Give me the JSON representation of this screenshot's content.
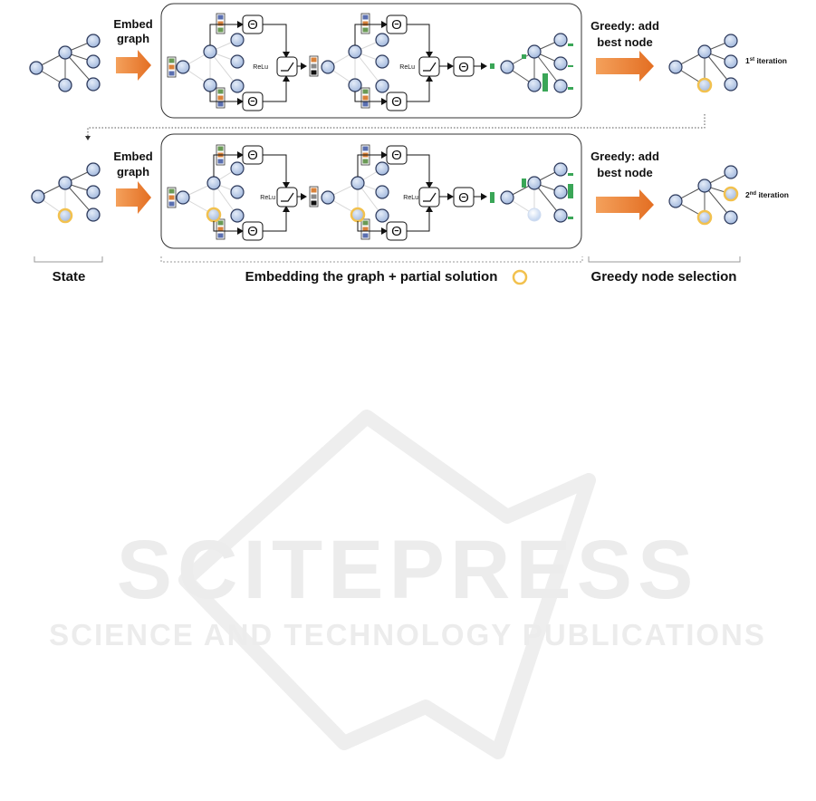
{
  "labels": {
    "embed_line1": "Embed",
    "embed_line2": "graph",
    "greedy_line1": "Greedy: add",
    "greedy_line2": "best node",
    "relu": "ReLu",
    "theta": "Θ",
    "iteration1_num": "1",
    "iteration1_sup": "st",
    "iteration1_word": " iteration",
    "iteration2_num": "2",
    "iteration2_sup": "nd",
    "iteration2_word": " iteration",
    "state": "State",
    "embedding": "Embedding the graph + partial solution",
    "greedy_selection": "Greedy node selection"
  },
  "watermark": {
    "big": "SCITEPRESS",
    "small": "SCIENCE AND TECHNOLOGY PUBLICATIONS"
  },
  "colors": {
    "node_fill": "#b9ccea",
    "node_stroke": "#2d3a5c",
    "selected_ring": "#f2c14e",
    "arrow": "#e8823a",
    "score_bar": "#3aa657",
    "edge": "#555555",
    "faint_edge": "#d7d7d7",
    "panel_stroke": "#333333"
  }
}
